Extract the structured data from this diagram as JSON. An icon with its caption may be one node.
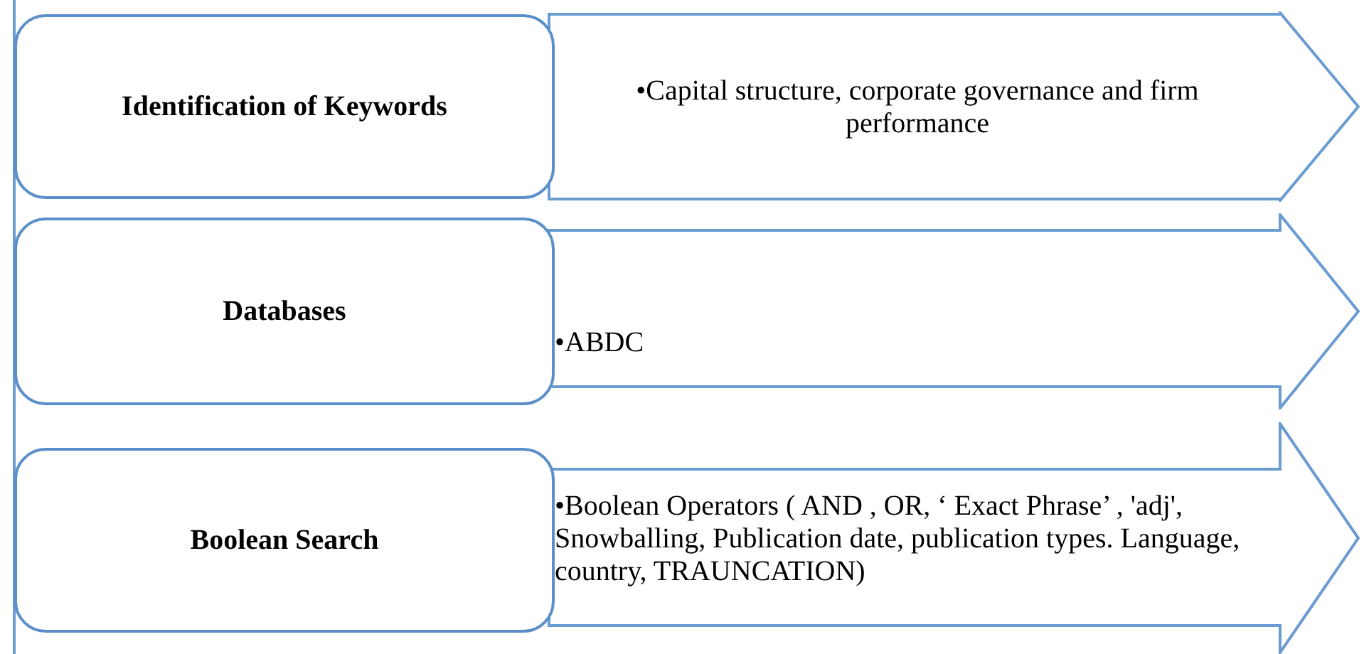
{
  "diagram": {
    "nodes": [
      {
        "text": [
          "Identification of Keywords"
        ]
      },
      {
        "text": [
          "•Capital structure, corporate governance and firm performance"
        ]
      },
      {
        "text": [
          "Databases"
        ]
      },
      {
        "text": [
          "•ABDC"
        ]
      },
      {
        "text": [
          "Boolean Search"
        ]
      },
      {
        "text": [
          "•Boolean Operators ( AND , OR, ‘ Exact Phrase’ , 'adj', Snowballing, Publication date, publication types.  Language, country, TRAUNCATION)"
        ]
      }
    ],
    "edges": []
  }
}
